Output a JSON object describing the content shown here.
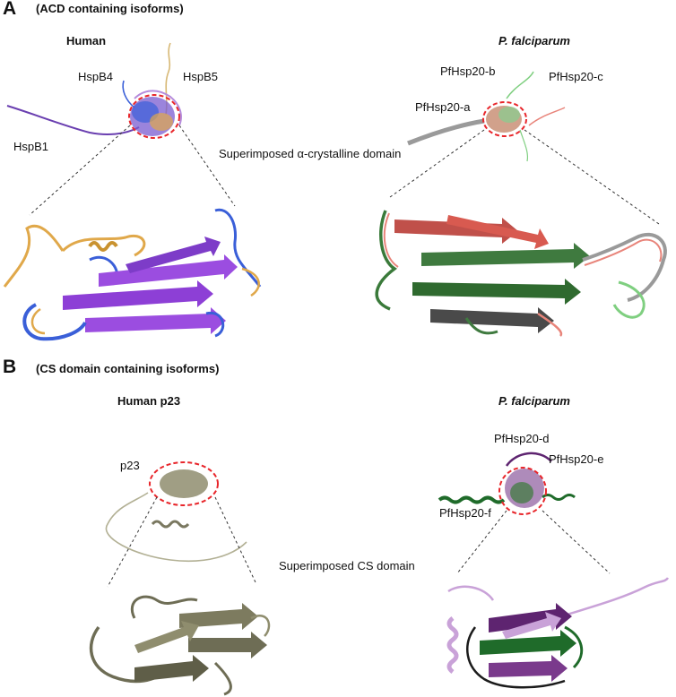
{
  "panel_a": {
    "letter": "A",
    "subtitle": "(ACD containing isoforms)",
    "human_title": "Human",
    "pf_title": "P. falciparum",
    "human_isoforms": [
      "HspB4",
      "HspB5",
      "HspB1"
    ],
    "pf_isoforms": [
      "PfHsp20-b",
      "PfHsp20-c",
      "PfHsp20-a"
    ],
    "center_label": "Superimposed α-crystalline domain"
  },
  "panel_b": {
    "letter": "B",
    "subtitle": "(CS domain containing isoforms)",
    "human_title": "Human p23",
    "pf_title": "P. falciparum",
    "human_isoforms": [
      "p23"
    ],
    "pf_isoforms": [
      "PfHsp20-d",
      "PfHsp20-e",
      "PfHsp20-f"
    ],
    "center_label": "Superimposed  CS domain"
  },
  "colors": {
    "highlight_circle": "#e8262b",
    "hspb1": "#6a3fb0",
    "hspb4": "#3a5fd8",
    "hspb5": "#e0a84a",
    "pf_a": "#7a7a7a",
    "pf_b": "#e8847a",
    "pf_c": "#7fcf80",
    "p23": "#8f8d6e",
    "pf_d": "#5e2470",
    "pf_e": "#c9a2d8",
    "pf_f": "#1f6b2a"
  }
}
